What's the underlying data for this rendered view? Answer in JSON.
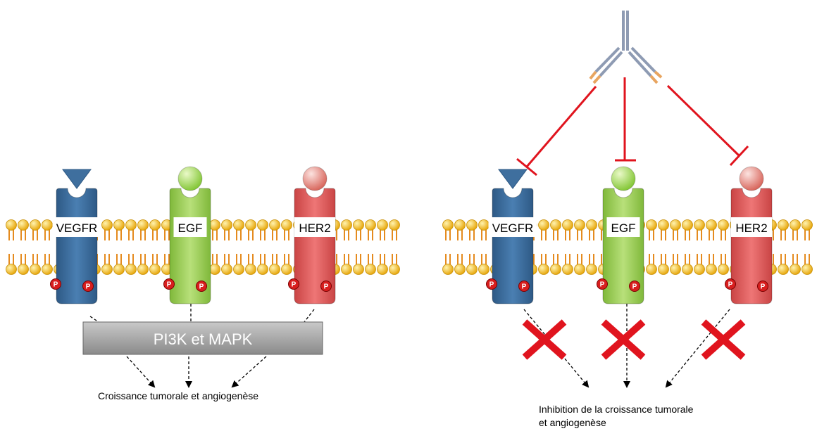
{
  "left_panel": {
    "receptors": [
      {
        "label": "VEGFR",
        "ligand": "triangle",
        "color": "#3F6F9E"
      },
      {
        "label": "EGF",
        "ligand": "circle",
        "color": "#9BD04C"
      },
      {
        "label": "HER2",
        "ligand": "circle",
        "color": "#E05B5B"
      }
    ],
    "pathway_box": "PI3K et MAPK",
    "outcome": "Croissance tumorale et angiogenèse"
  },
  "right_panel": {
    "receptors": [
      {
        "label": "VEGFR",
        "ligand": "triangle",
        "color": "#3F6F9E"
      },
      {
        "label": "EGF",
        "ligand": "circle",
        "color": "#9BD04C"
      },
      {
        "label": "HER2",
        "ligand": "circle",
        "color": "#E05B5B"
      }
    ],
    "antibody": "antibody-icon",
    "block_symbol": "red-x",
    "outcome_line1": "Inhibition de la croissance tumorale",
    "outcome_line2": "et angiogenèse"
  },
  "phospho_label": "P",
  "colors": {
    "membrane_head": "#F2C12E",
    "membrane_tail": "#E58B1F",
    "inhibit": "#E0141E",
    "phospho": "#D81E1E"
  }
}
